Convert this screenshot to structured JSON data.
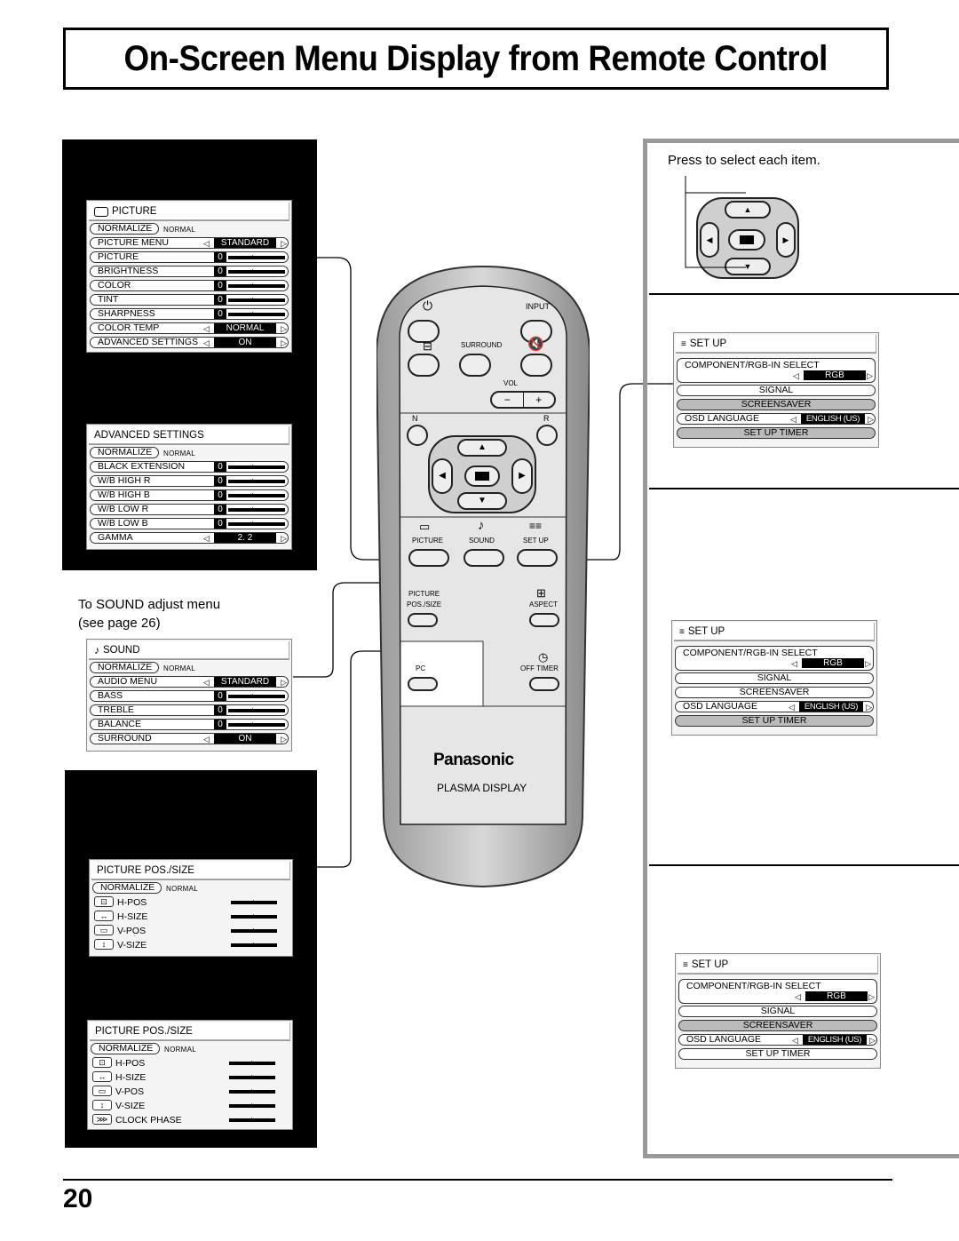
{
  "title": "On-Screen Menu Display from Remote Control",
  "page_number": "20",
  "sound_note": {
    "line1": "To SOUND adjust menu",
    "line2": "(see page 26)"
  },
  "press_note": "Press to select each item.",
  "picture_menu": {
    "title": "PICTURE",
    "normalize": "NORMALIZE",
    "normal_small": "NORMAL",
    "rows": [
      {
        "label": "PICTURE  MENU",
        "value": "STANDARD"
      },
      {
        "label": "PICTURE",
        "value": "0"
      },
      {
        "label": "BRIGHTNESS",
        "value": "0"
      },
      {
        "label": "COLOR",
        "value": "0"
      },
      {
        "label": "TINT",
        "value": "0"
      },
      {
        "label": "SHARPNESS",
        "value": "0"
      },
      {
        "label": "COLOR  TEMP",
        "value": "NORMAL"
      },
      {
        "label": "ADVANCED  SETTINGS",
        "value": "ON"
      }
    ]
  },
  "advanced_menu": {
    "title": "ADVANCED  SETTINGS",
    "normalize": "NORMALIZE",
    "normal_small": "NORMAL",
    "rows": [
      {
        "label": "BLACK  EXTENSION",
        "value": "0"
      },
      {
        "label": "W/B  HIGH  R",
        "value": "0"
      },
      {
        "label": "W/B  HIGH  B",
        "value": "0"
      },
      {
        "label": "W/B  LOW  R",
        "value": "0"
      },
      {
        "label": "W/B  LOW  B",
        "value": "0"
      },
      {
        "label": "GAMMA",
        "value": "2. 2"
      }
    ]
  },
  "sound_menu": {
    "title": "SOUND",
    "normalize": "NORMALIZE",
    "normal_small": "NORMAL",
    "rows": [
      {
        "label": "AUDIO  MENU",
        "value": "STANDARD"
      },
      {
        "label": "BASS",
        "value": "0"
      },
      {
        "label": "TREBLE",
        "value": "0"
      },
      {
        "label": "BALANCE",
        "value": "0"
      },
      {
        "label": "SURROUND",
        "value": "ON"
      }
    ]
  },
  "pos_menu_1": {
    "title": "PICTURE  POS./SIZE",
    "normalize": "NORMALIZE",
    "normal_small": "NORMAL",
    "rows": [
      "H-POS",
      "H-SIZE",
      "V-POS",
      "V-SIZE"
    ]
  },
  "pos_menu_2": {
    "title": "PICTURE  POS./SIZE",
    "normalize": "NORMALIZE",
    "normal_small": "NORMAL",
    "rows": [
      "H-POS",
      "H-SIZE",
      "V-POS",
      "V-SIZE",
      "CLOCK  PHASE"
    ]
  },
  "setup_menu": {
    "title": "SET  UP",
    "component_label": "COMPONENT/RGB-IN  SELECT",
    "component_value": "RGB",
    "signal": "SIGNAL",
    "screensaver": "SCREENSAVER",
    "osd_label": "OSD  LANGUAGE",
    "osd_value": "ENGLISH (US)",
    "timer": "SET UP TIMER"
  },
  "remote": {
    "input": "INPUT",
    "surround": "SURROUND",
    "vol": "VOL",
    "minus": "−",
    "plus": "+",
    "n": "N",
    "r": "R",
    "picture": "PICTURE",
    "sound": "SOUND",
    "setup": "SET UP",
    "picture_pos": "PICTURE",
    "pos_size": "POS./SIZE",
    "aspect": "ASPECT",
    "pc": "PC",
    "off_timer": "OFF TIMER",
    "brand": "Panasonic",
    "product": "PLASMA DISPLAY"
  }
}
